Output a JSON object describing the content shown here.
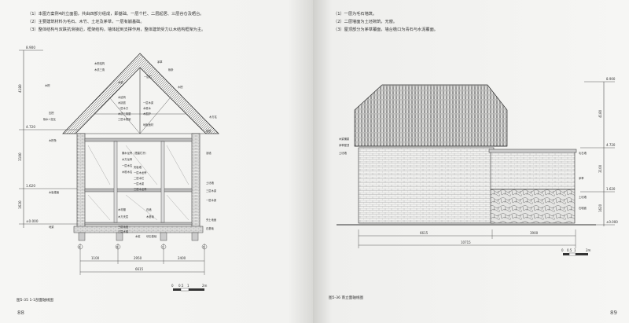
{
  "left_page": {
    "notes": [
      "（1）本图方案例4的立面图，共由四部分组成，即基础、一层个栏、二层起居、三层谷仓及晒台。",
      "（2）主要建筑材料为毛石、木竹、土坯及茅草，一层有崩基础。",
      "（3）整体结构与双跌抗滑接近，框架结构，墙体起到支撑作用，整体建筑受力以木结构框架为主。"
    ],
    "elevations": [
      "8.900",
      "4.720",
      "1.620",
      "±0.000"
    ],
    "vertical_dims": [
      "4180",
      "3100",
      "1620"
    ],
    "bottom_dims": [
      "1100",
      "2950",
      "2400"
    ],
    "total_dim": "6615",
    "labels_left": [
      "木檩",
      "压檩",
      "椽木+挂瓦",
      "木檩条",
      "木板楼面",
      "地梁"
    ],
    "labels_top": [
      "木檩结构",
      "木质三角",
      "一层栏",
      "木梁",
      "茅草",
      "椽条",
      "木檩"
    ],
    "labels_inner": [
      "木结构",
      "木挑檐",
      "一层木方",
      "木质三角屋",
      "三层木框架",
      "一层木梁",
      "木框木",
      "木围护",
      "地板面材"
    ],
    "labels_middle": [
      "横木龙骨（搭建栏杆）",
      "木方龙骨",
      "一层木柱",
      "木框木柱"
    ],
    "labels_lower": [
      "夹板墙",
      "一层木龙骨",
      "二层木栏",
      "一层木梁",
      "三层木龙骨"
    ],
    "labels_ground": [
      "木材棚",
      "木方夹层",
      "三层地面",
      "三层木楼",
      "木桩",
      "石墙",
      "木基础",
      "块石基础"
    ],
    "labels_right": [
      "泥墙",
      "挑檐",
      "木方柱",
      "土坯墙",
      "三层木梁",
      "一层木梁",
      "夯土地面",
      "石基础"
    ],
    "axis_labels": [
      "A",
      "B",
      "C",
      "D"
    ],
    "scale_ticks": [
      "0",
      "0.5",
      "1",
      "2m"
    ],
    "caption": "图5-35   1-1剖面轴线图",
    "page_number": "88"
  },
  "right_page": {
    "notes": [
      "（1）一层为毛石墙筑。",
      "（2）二层墙面为土坯砌筑，无窗。",
      "（3）屋顶部分为茅草覆面，墙台檐口为青石与水泥覆面。"
    ],
    "left_labels": [
      "木梁横梁",
      "茅草屋顶",
      "土坯墙"
    ],
    "right_labels": [
      "毛石墙",
      "茅草",
      "土坯墙",
      "石墙面"
    ],
    "elevations": [
      "8.900",
      "4.720",
      "1.620",
      "±0.000"
    ],
    "vertical_dims": [
      "4180",
      "3100",
      "1620"
    ],
    "bottom_dims": [
      "6615",
      "3900"
    ],
    "total_dim": "10715",
    "scale_ticks": [
      "0",
      "0.5",
      "1",
      "2m"
    ],
    "caption": "图5-36   南立面轴线图",
    "page_number": "89"
  },
  "colors": {
    "paper": "#f4f4f2",
    "ink": "#333333",
    "hatch": "#888888"
  }
}
